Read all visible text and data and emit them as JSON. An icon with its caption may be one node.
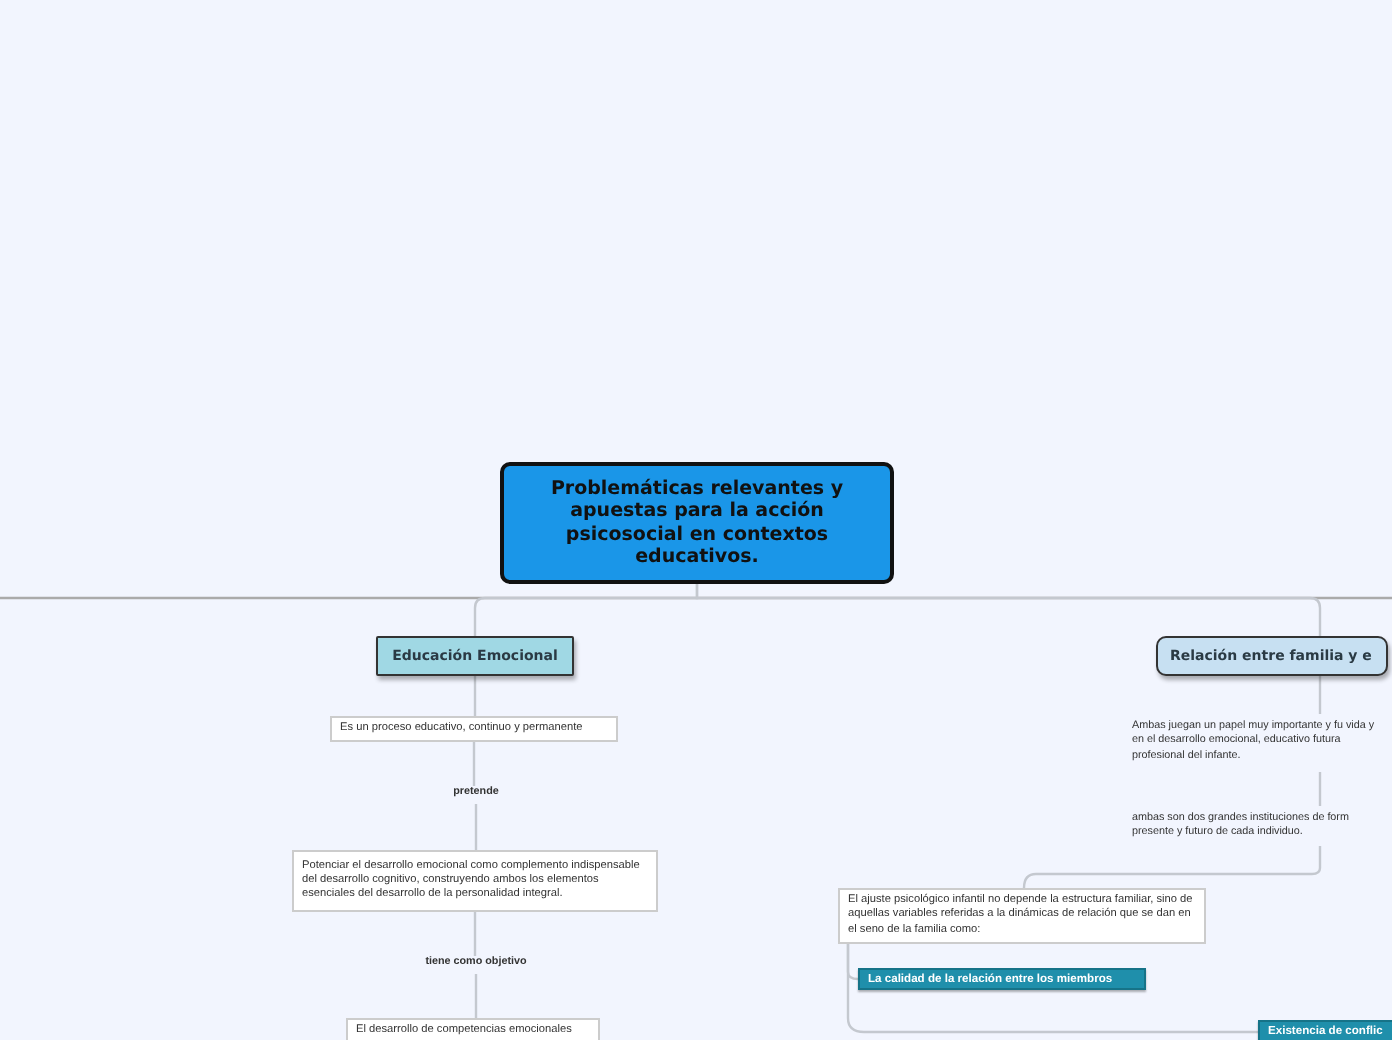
{
  "diagram": {
    "nodes": [
      {
        "text": [
          "Problemáticas relevantes y apuestas para la acción psicosocial en contextos educativos."
        ]
      },
      {
        "text": [
          "Educación Emocional"
        ]
      },
      {
        "text": [
          "Es un proceso educativo, continuo y permanente"
        ]
      },
      {
        "text": [
          "pretende"
        ]
      },
      {
        "text": [
          "Potenciar el desarrollo emocional como complemento indispensable del desarrollo cognitivo, construyendo ambos los elementos esenciales del desarrollo de la personalidad integral."
        ]
      },
      {
        "text": [
          "tiene como objetivo"
        ]
      },
      {
        "text": [
          "El desarrollo de competencias emocionales"
        ]
      },
      {
        "text": [
          "Relación entre familia y e"
        ]
      },
      {
        "text": [
          "Ambas juegan un papel muy importante y fu vida y en el desarrollo emocional, educativo futura profesional del infante."
        ]
      },
      {
        "text": [
          "ambas son dos grandes instituciones de form presente y futuro de cada individuo."
        ]
      },
      {
        "text": [
          "El ajuste psicológico infantil no depende la estructura familiar, sino de aquellas variables referidas a la dinámicas de relación que se dan en el seno de la familia como:"
        ]
      },
      {
        "text": [
          "La calidad de la relación entre los miembros"
        ]
      },
      {
        "text": [
          "Existencia de conflic"
        ]
      }
    ],
    "edges": [
      {
        "from": 0,
        "to": 1,
        "arrow": "none"
      },
      {
        "from": 0,
        "to": 7,
        "arrow": "none"
      },
      {
        "from": 1,
        "to": 2,
        "arrow": "none"
      },
      {
        "from": 2,
        "to": 3,
        "arrow": "none"
      },
      {
        "from": 3,
        "to": 4,
        "arrow": "none"
      },
      {
        "from": 4,
        "to": 5,
        "arrow": "none"
      },
      {
        "from": 5,
        "to": 6,
        "arrow": "none"
      },
      {
        "from": 7,
        "to": 8,
        "arrow": "none"
      },
      {
        "from": 8,
        "to": 9,
        "arrow": "none"
      },
      {
        "from": 9,
        "to": 10,
        "arrow": "none"
      },
      {
        "from": 10,
        "to": 11,
        "arrow": "none"
      },
      {
        "from": 10,
        "to": 12,
        "arrow": "none"
      }
    ]
  }
}
